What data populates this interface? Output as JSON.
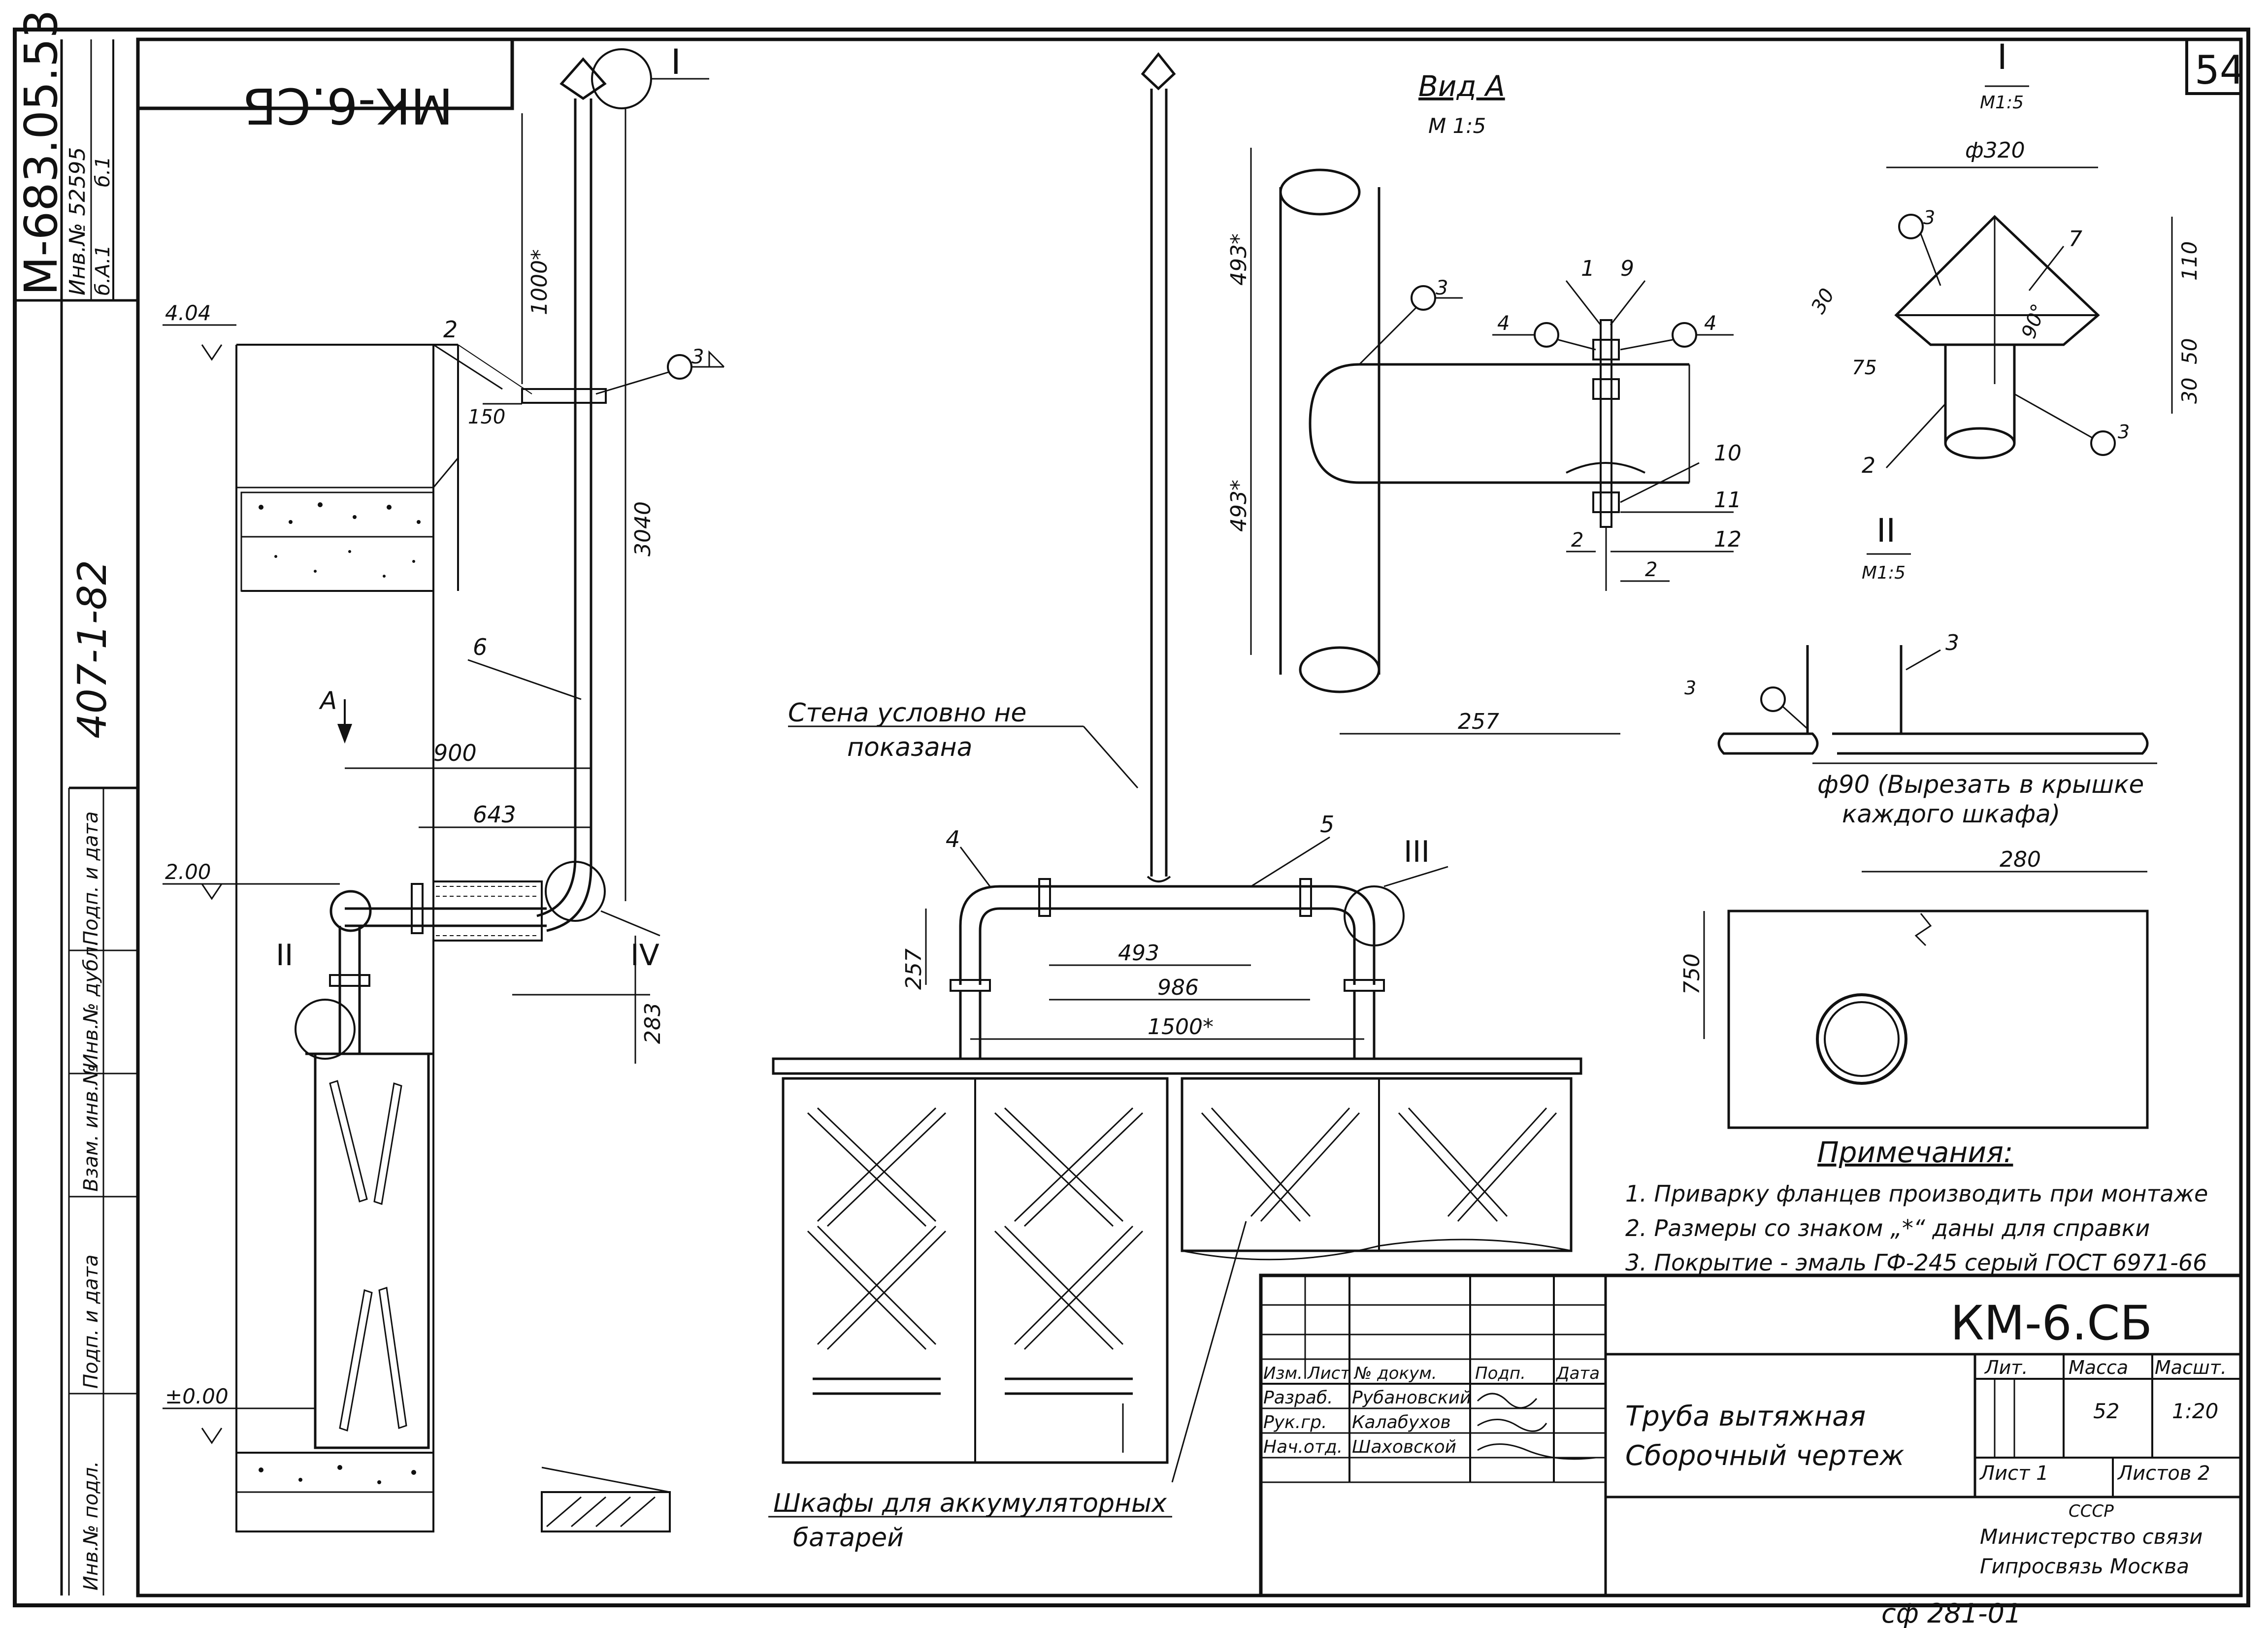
{
  "sheet": {
    "page_number": "54",
    "drawing_code": "КМ-6.СБ",
    "drawing_code_rotated": "МК-6.СБ",
    "corner_code": "М-683.05.53",
    "inventory_number": "Инв.№ 52595",
    "series": "407-1-82",
    "bottom_code": "сф 281-01",
    "volume_a": "б.1",
    "volume_b": "б.А.1"
  },
  "dimensions": {
    "elev_404": "4.04",
    "elev_200": "2.00",
    "elev_000": "±0.00",
    "d1000": "1000*",
    "d3040": "3040",
    "d150": "150",
    "d900": "900",
    "d643": "643",
    "d283": "283",
    "d257a": "257",
    "d493a": "493",
    "d986": "986",
    "d1500": "1500*",
    "d493b": "493*",
    "d493c": "493*",
    "d257b": "257",
    "d320": "ф320",
    "d110": "110",
    "d50": "50",
    "d30a": "30",
    "d30b": "30",
    "d75": "75",
    "ang90": "90°",
    "d280": "280",
    "d750": "750",
    "d2a": "2",
    "d2b": "2"
  },
  "labels": {
    "view_a": "Вид А",
    "view_a_scale": "М 1:5",
    "detail_i": "I",
    "detail_i_scale": "М1:5",
    "detail_ii": "II",
    "detail_ii_scale": "М1:5",
    "detail_iii": "III",
    "detail_iv": "IV",
    "arrow_a": "А",
    "wall_note_1": "Стена условно не",
    "wall_note_2": "показана",
    "cabinets_1": "Шкафы для аккумуляторных",
    "cabinets_2": "батарей",
    "cutout_1": "ф90 (Вырезать в крышке",
    "cutout_2": "каждого шкафа)",
    "pos1": "1",
    "pos2": "2",
    "pos2b": "2",
    "pos3": "3",
    "pos4": "4",
    "pos5": "5",
    "pos6": "6",
    "pos7": "7",
    "pos9": "9",
    "pos10": "10",
    "pos11": "11",
    "pos12": "12",
    "weld3": "3",
    "weld4": "4",
    "weld4b": "4",
    "weld3b": "3",
    "weld3c": "3",
    "weld3d": "3",
    "weld3e": "3"
  },
  "notes": {
    "title": "Примечания:",
    "items": [
      "1. Приварку фланцев производить при монтаже",
      "2. Размеры со знаком „*“ даны для справки",
      "3. Покрытие - эмаль ГФ-245 серый ГОСТ 6971-66"
    ]
  },
  "side_stamp": {
    "cells": [
      "Инв.№ подл.",
      "Подп. и дата",
      "Взам. инв.№",
      "Инв.№ дубл.",
      "Подп. и дата"
    ]
  },
  "title_block": {
    "headers": [
      "Изм.",
      "Лист",
      "№ докум.",
      "Подп.",
      "Дата"
    ],
    "rows": [
      {
        "role": "Разраб.",
        "name": "Рубановский"
      },
      {
        "role": "Рук.гр.",
        "name": "Калабухов"
      },
      {
        "role": "Нач.отд.",
        "name": "Шаховской"
      }
    ],
    "title_line1": "Труба вытяжная",
    "title_line2": "Сборочный чертеж",
    "lit_header": "Лит.",
    "mass_header": "Масса",
    "scale_header": "Масшт.",
    "mass": "52",
    "scale": "1:20",
    "sheet": "Лист 1",
    "sheets": "Листов 2",
    "org_1": "СССР",
    "org_2": "Министерство связи",
    "org_3": "Гипросвязь Москва"
  }
}
